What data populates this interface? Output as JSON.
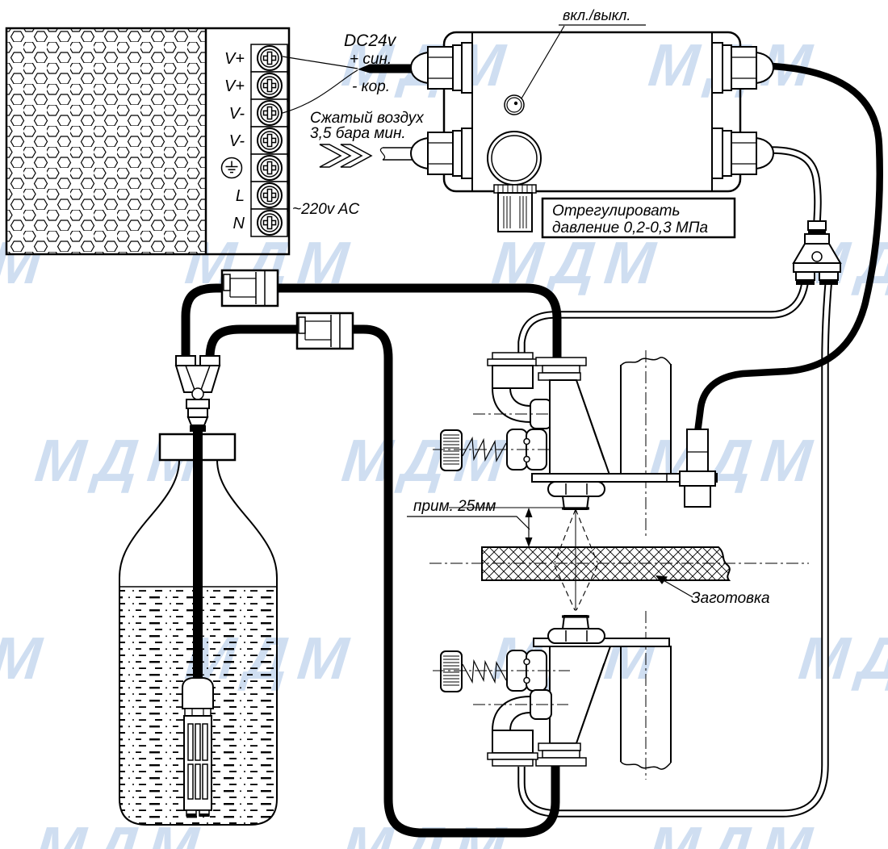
{
  "watermark": {
    "text": "МДМ",
    "color": "#cfdef1"
  },
  "power_supply": {
    "terminals": [
      "V+",
      "V+",
      "V-",
      "V-",
      "",
      "L",
      "N"
    ],
    "ground_icon": "earth-ground"
  },
  "labels": {
    "dc_voltage": "DC24v",
    "wire_positive": "+ син.",
    "wire_negative": "- кор.",
    "air_supply_1": "Сжатый воздух",
    "air_supply_2": "3,5 бара мин.",
    "mains": "~220v AC",
    "on_off": "вкл./выкл.",
    "pressure_note_1": "Отрегулировать",
    "pressure_note_2": "давление 0,2-0,3 МПа",
    "spray_distance": "прим. 25мм",
    "workpiece": "Заготовка"
  }
}
